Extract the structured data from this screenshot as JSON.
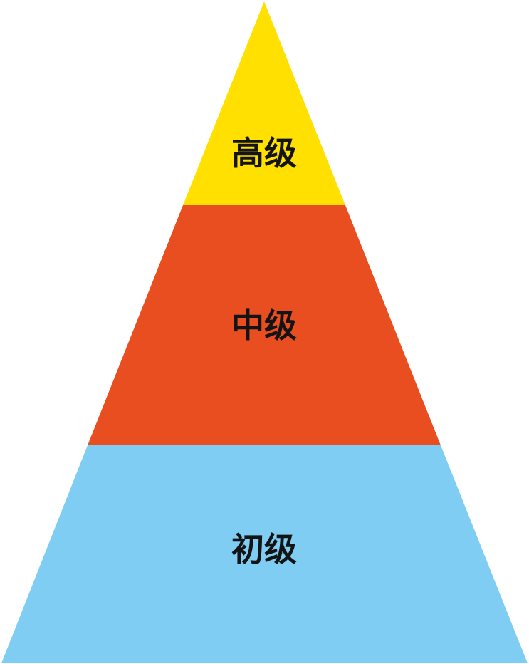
{
  "pyramid": {
    "tiers": [
      {
        "label": "高级",
        "color": "#FFE000"
      },
      {
        "label": "中级",
        "color": "#E84E1F"
      },
      {
        "label": "初级",
        "color": "#7FCDF3"
      }
    ]
  }
}
